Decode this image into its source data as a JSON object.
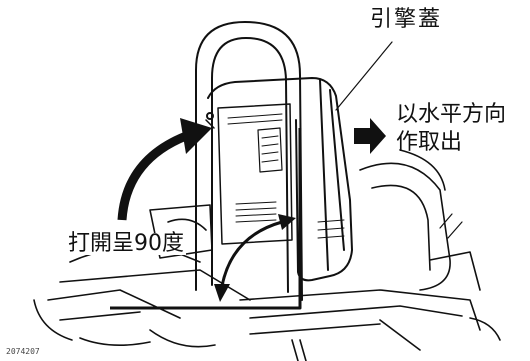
{
  "labels": {
    "hood": "引擎蓋",
    "remove_line1": "以水平方向",
    "remove_line2": "作取出",
    "open90": "打開呈90度",
    "figure_id": "2074207"
  },
  "colors": {
    "ink": "#111111",
    "background": "#ffffff"
  },
  "icons": [
    "curved-arrow-up-icon",
    "curved-arrow-down-icon",
    "right-arrow-icon",
    "right-angle-marker-icon"
  ]
}
